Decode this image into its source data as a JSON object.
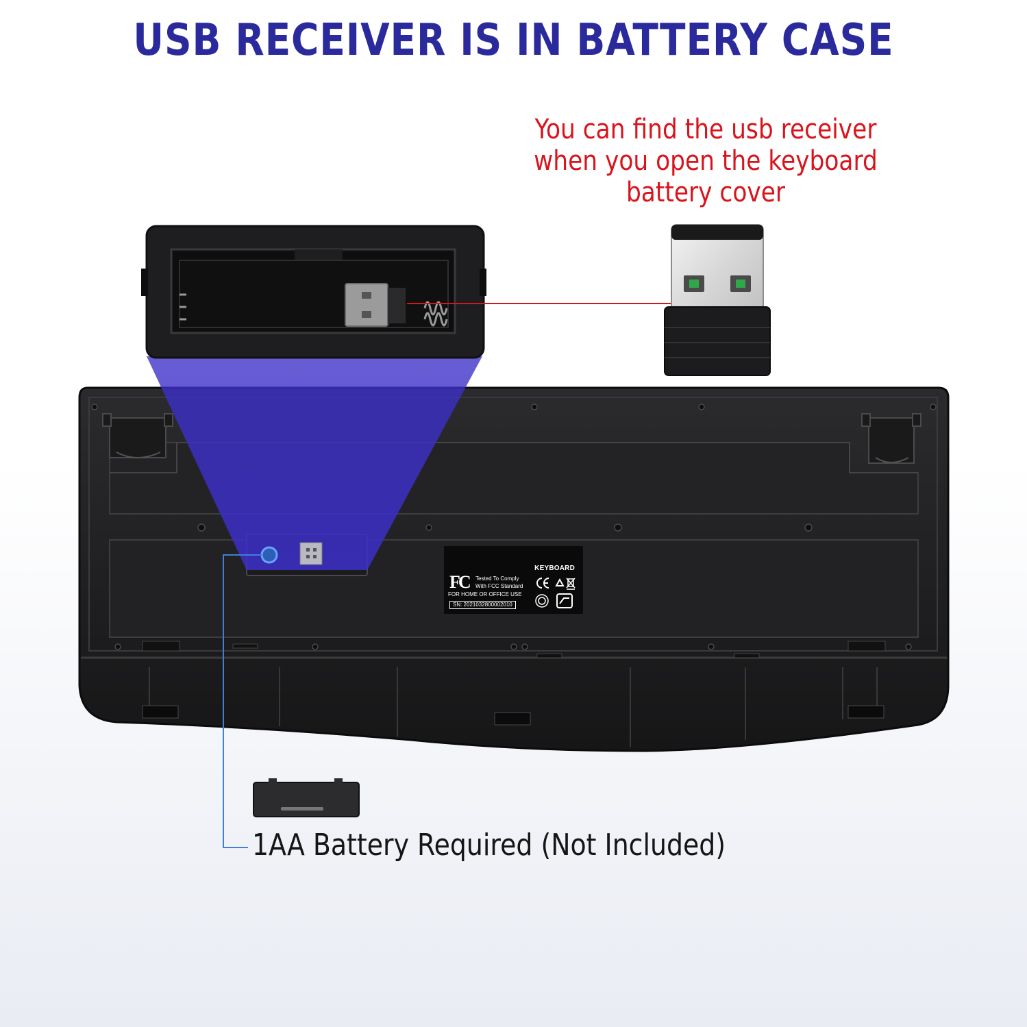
{
  "headline": {
    "text": "USB RECEIVER IS IN BATTERY CASE",
    "color": "#2a2a9c"
  },
  "callout": {
    "lines": [
      "You can find the usb receiver",
      "when you open the keyboard",
      "battery cover"
    ],
    "color": "#d8141c"
  },
  "battery_note": {
    "text": "1AA Battery Required (Not Included)"
  },
  "sticker": {
    "title": "KEYBOARD",
    "fcc_logo": "FC",
    "fcc_line1": "Tested To Comply",
    "fcc_line2": "With FCC Standard",
    "use_line": "FOR HOME OR OFFICE USE",
    "serial": "SN: 2021032800002010"
  },
  "colors": {
    "keyboard_body": "#1c1c1e",
    "highlight_beam": "#3c2fc8",
    "pointer_line_red": "#d8141c",
    "pointer_line_blue": "#3f7fd6"
  },
  "icons": {
    "receiver": "usb-receiver-icon",
    "compartment": "battery-compartment-icon",
    "cover": "battery-cover-icon",
    "ce": "ce-mark-icon",
    "recycle": "recycle-icon",
    "bin": "weee-bin-icon",
    "rohs": "rohs-icon"
  }
}
